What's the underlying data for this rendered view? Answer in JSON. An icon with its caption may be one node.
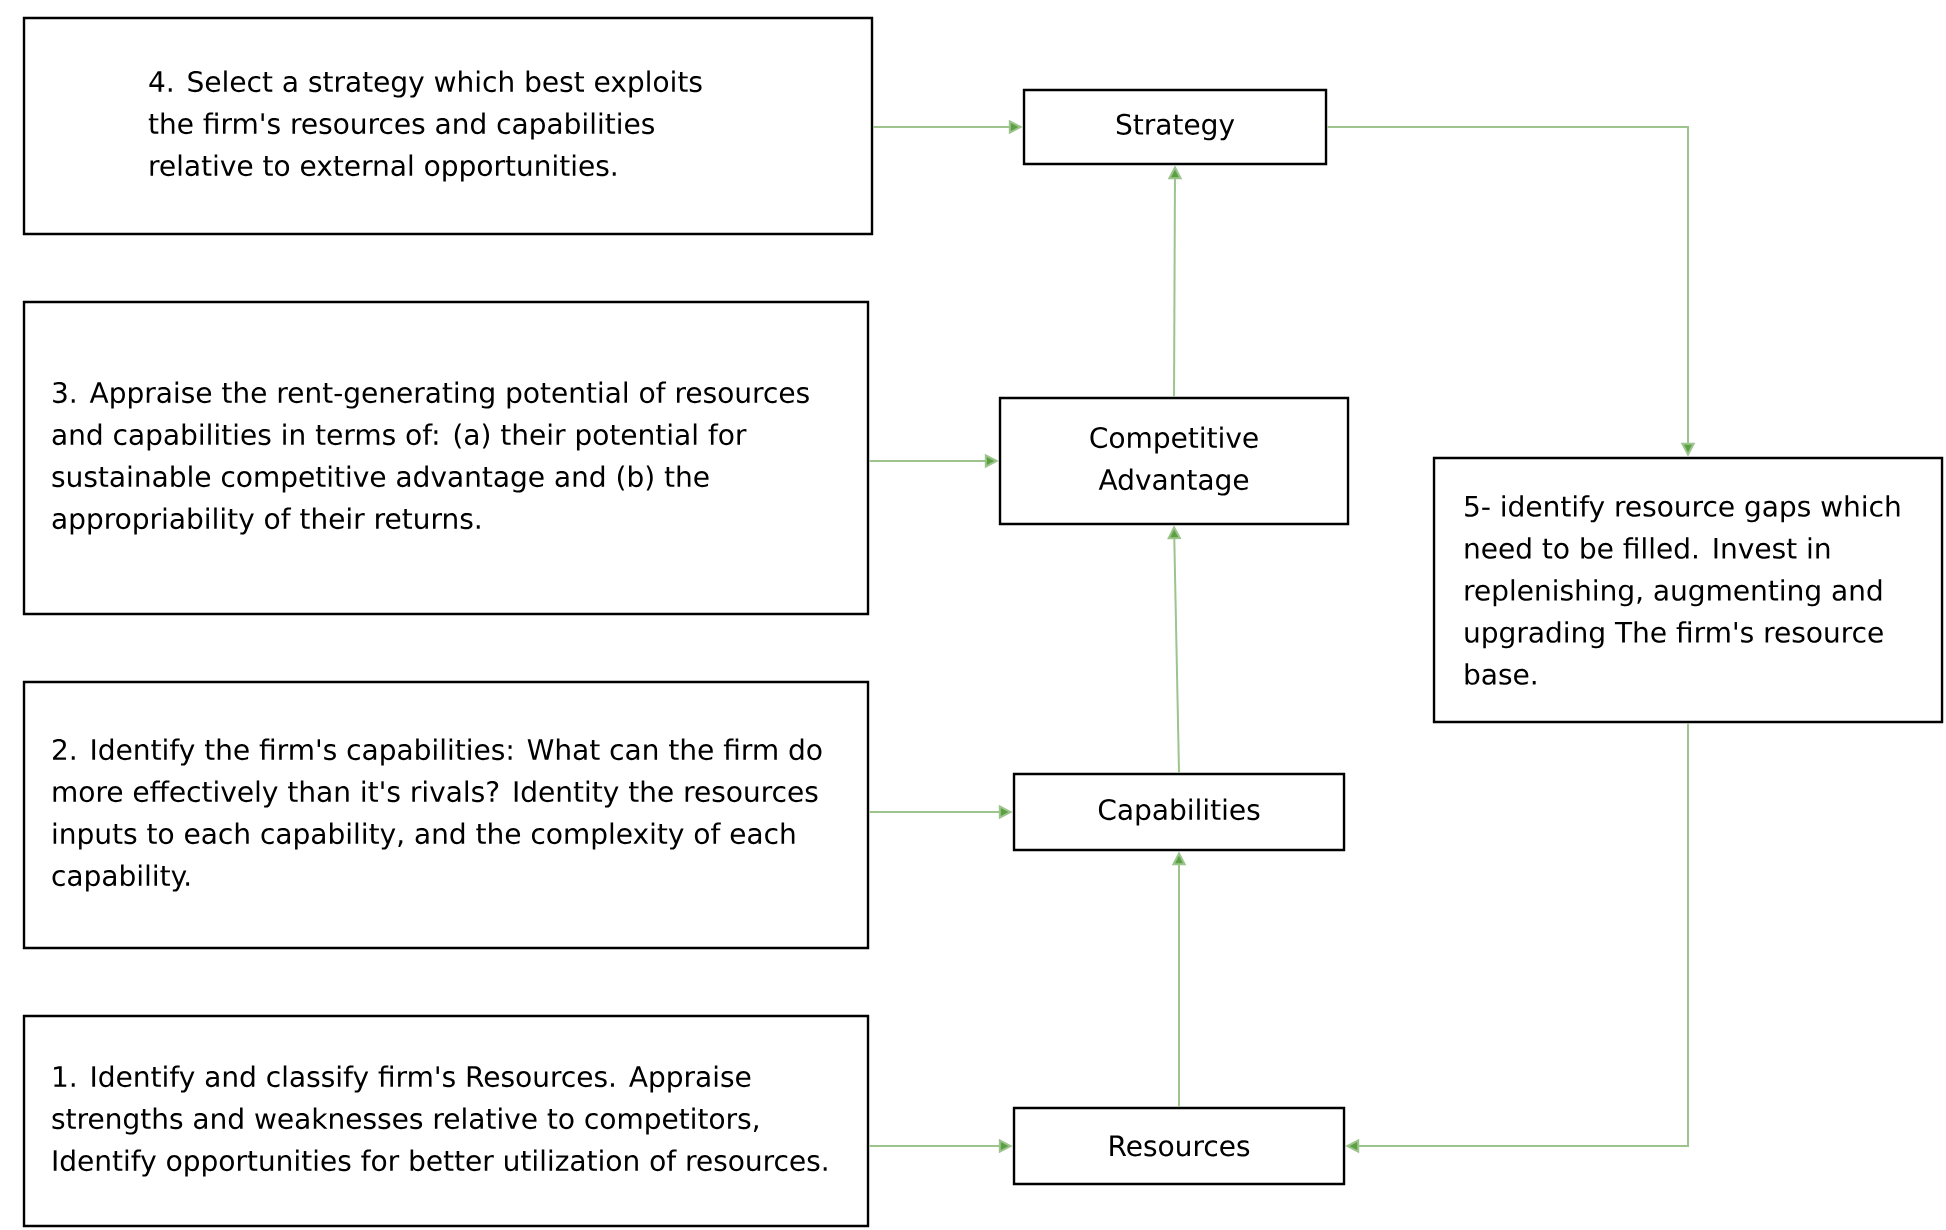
{
  "diagram": {
    "nodes": [
      {
        "text": [
          "4. Select a strategy which best exploits the firm's resources and capabilities relative to external opportunities."
        ]
      },
      {
        "text": [
          "Strategy"
        ]
      },
      {
        "text": [
          "3. Appraise the rent-generating potential of resources and capabilities in terms of: (a) their potential for  sustainable competitive advantage and (b) the appropriability of their returns."
        ]
      },
      {
        "text": [
          "Competitive Advantage"
        ]
      },
      {
        "text": [
          "5- identify resource gaps which need to be filled. Invest in replenishing, augmenting and upgrading The firm's resource base."
        ]
      },
      {
        "text": [
          "2. Identify the firm's capabilities: What can the firm do more effectively than it's rivals? Identity the resources inputs to each capability, and the complexity of each capability."
        ]
      },
      {
        "text": [
          "Capabilities"
        ]
      },
      {
        "text": [
          "1. Identify and classify firm's Resources. Appraise strengths and weaknesses relative to competitors, Identify opportunities for better utilization of resources."
        ]
      },
      {
        "text": [
          "Resources"
        ]
      }
    ],
    "edges": [
      {
        "from": 0,
        "to": 1,
        "arrow": "to"
      },
      {
        "from": 2,
        "to": 3,
        "arrow": "to"
      },
      {
        "from": 5,
        "to": 6,
        "arrow": "to"
      },
      {
        "from": 7,
        "to": 8,
        "arrow": "to"
      },
      {
        "from": 8,
        "to": 6,
        "arrow": "to"
      },
      {
        "from": 6,
        "to": 3,
        "arrow": "to"
      },
      {
        "from": 3,
        "to": 1,
        "arrow": "to"
      },
      {
        "from": 1,
        "to": 4,
        "arrow": "to"
      },
      {
        "from": 4,
        "to": 8,
        "arrow": "to"
      }
    ]
  }
}
